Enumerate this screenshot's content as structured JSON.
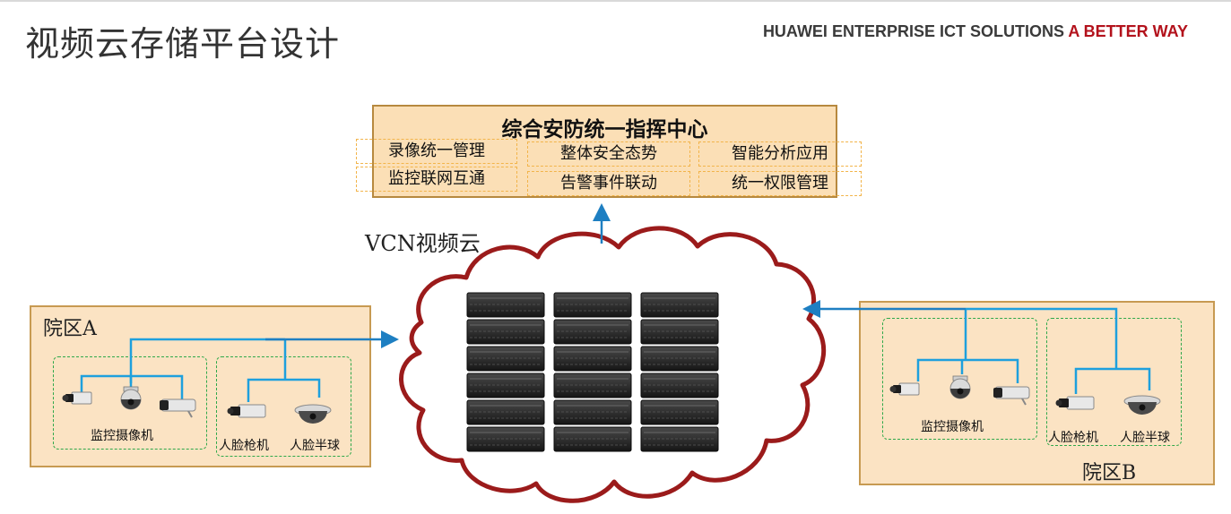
{
  "header": {
    "title": "视频云存储平台设计",
    "brand_main": "HUAWEI ENTERPRISE ICT SOLUTIONS",
    "brand_accent": "A BETTER WAY"
  },
  "command_center": {
    "title": "综合安防统一指挥中心",
    "functions": [
      "录像统一管理",
      "整体安全态势",
      "智能分析应用",
      "监控联网互通",
      "告警事件联动",
      "统一权限管理"
    ]
  },
  "cloud": {
    "label": "VCN视频云"
  },
  "campus_a": {
    "label": "院区A",
    "groups": {
      "monitor": "监控摄像机",
      "face_gun": "人脸枪机",
      "face_dome": "人脸半球"
    }
  },
  "campus_b": {
    "label": "院区B",
    "groups": {
      "monitor": "监控摄像机",
      "face_gun": "人脸枪机",
      "face_dome": "人脸半球"
    }
  },
  "colors": {
    "brand_accent": "#b3121c",
    "cloud_stroke": "#9b1b1b",
    "link": "#1e7fc2",
    "box_fill": "#fbdfb6"
  },
  "icons": [
    "box-camera-icon",
    "dome-camera-icon",
    "bullet-camera-icon",
    "server-rack-icon",
    "arrow-icon"
  ]
}
